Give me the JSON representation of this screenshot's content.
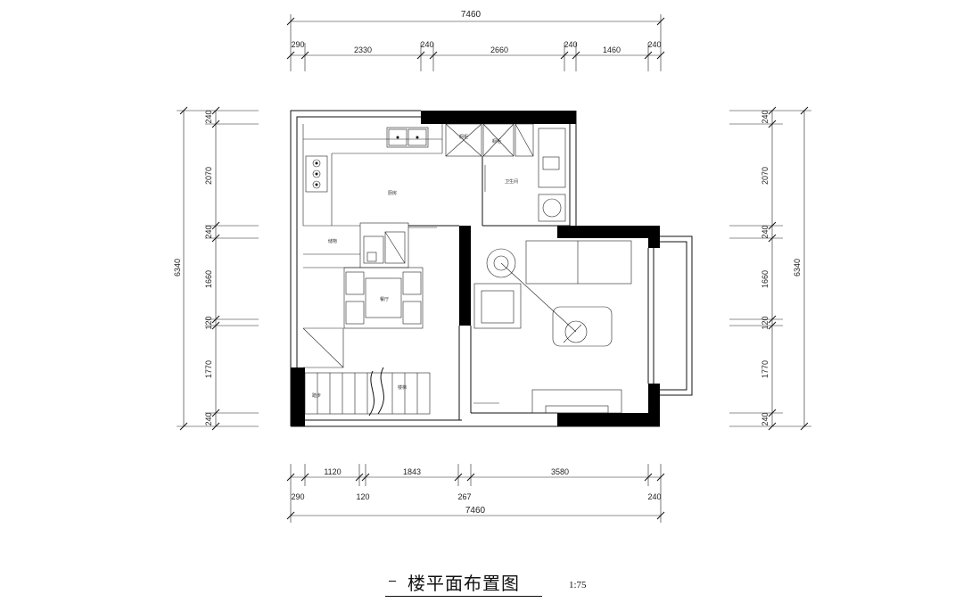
{
  "title": "楼平面布置图",
  "title_prefix": "一",
  "scale": "1:75",
  "dimensions": {
    "top_total": "7460",
    "top_segments": [
      "290",
      "2330",
      "240",
      "2660",
      "240",
      "1460",
      "240"
    ],
    "bottom_segments_upper": [
      "1120",
      "1843",
      "3580"
    ],
    "bottom_segments_lower": [
      "290",
      "120",
      "267",
      "240"
    ],
    "bottom_total": "7460",
    "left_segments": [
      "240",
      "2070",
      "240",
      "1660",
      "120",
      "1770",
      "240"
    ],
    "left_total": "6340",
    "right_segments": [
      "240",
      "2070",
      "240",
      "1660",
      "120",
      "1770",
      "240"
    ],
    "right_total": "6340"
  },
  "rooms": {
    "kitchen": "厨房",
    "dining": "餐厅",
    "bathroom": "卫生间",
    "cabinet_1": "橱柜",
    "cabinet_2": "橱柜",
    "storage": "储物",
    "stair_note_1": "踏步",
    "stair_note_2": "楼梯"
  }
}
